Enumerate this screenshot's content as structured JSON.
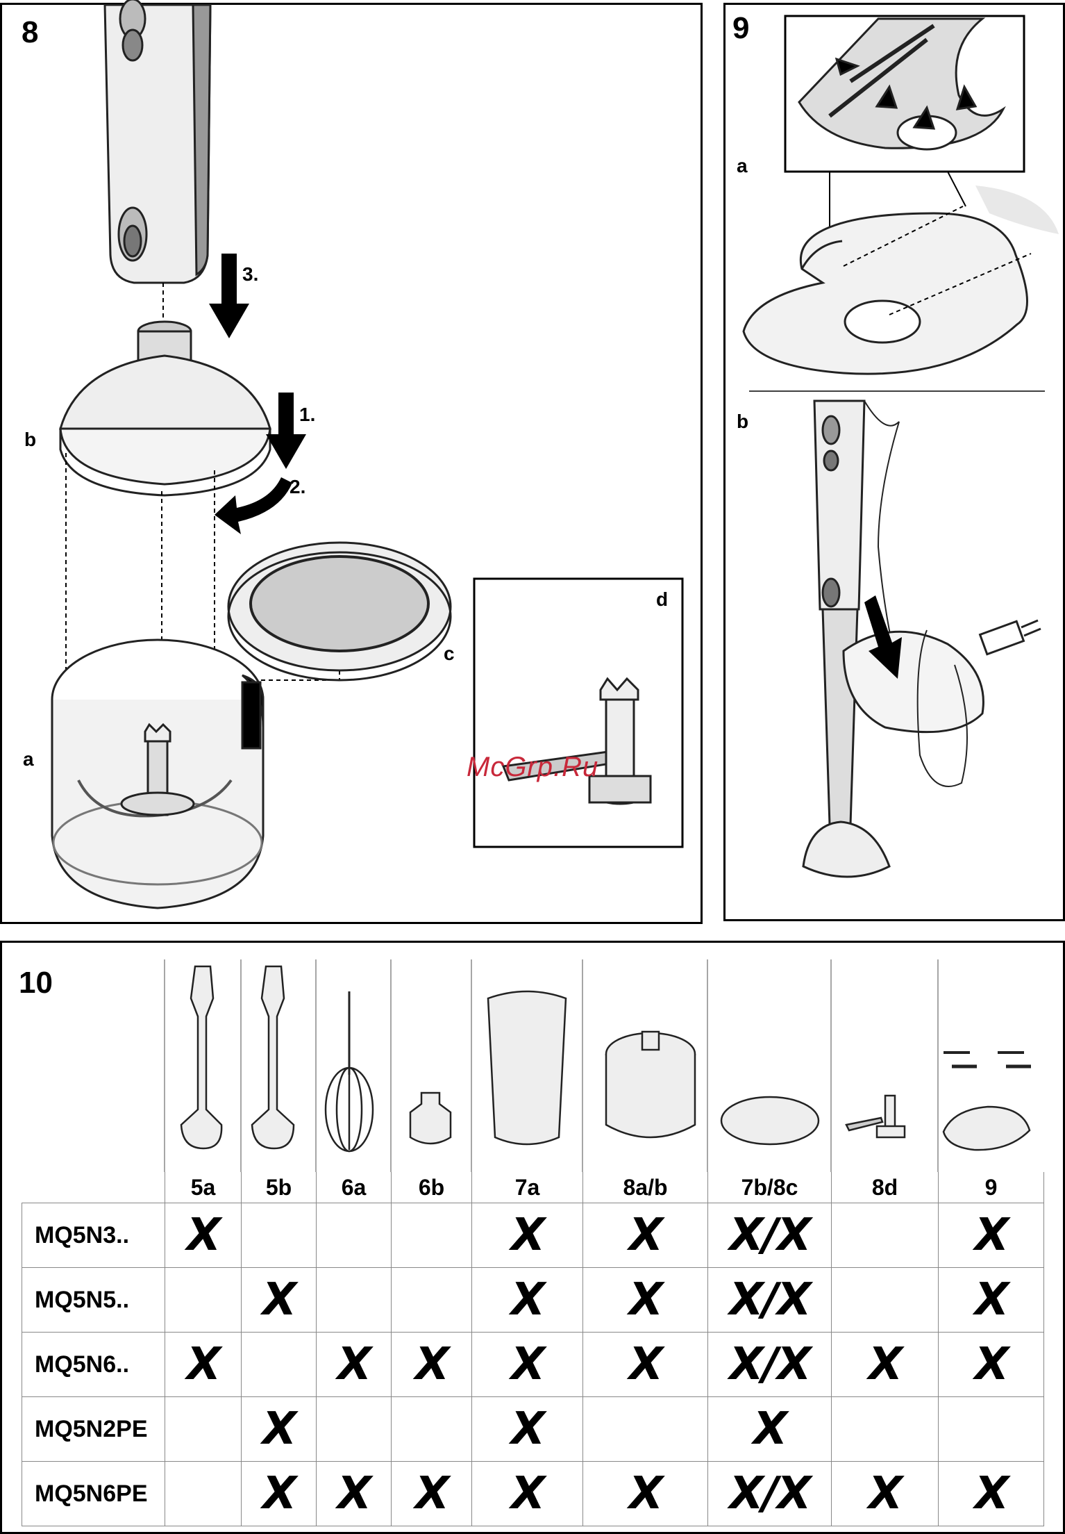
{
  "panel8": {
    "number": "8",
    "labels": {
      "a": "a",
      "b": "b",
      "c": "c",
      "d": "d"
    },
    "steps": [
      "1.",
      "2.",
      "3."
    ]
  },
  "panel9": {
    "number": "9",
    "labels": {
      "a": "a",
      "b": "b"
    }
  },
  "watermark": "McGrp.Ru",
  "panel10": {
    "number": "10",
    "columns": [
      "5a",
      "5b",
      "6a",
      "6b",
      "7a",
      "8a/b",
      "7b/8c",
      "8d",
      "9"
    ],
    "rows": [
      {
        "model": "MQ5N3..",
        "cells": [
          "X",
          "",
          "",
          "",
          "X",
          "X",
          "X/X",
          "",
          "X"
        ]
      },
      {
        "model": "MQ5N5..",
        "cells": [
          "",
          "X",
          "",
          "",
          "X",
          "X",
          "X/X",
          "",
          "X"
        ]
      },
      {
        "model": "MQ5N6..",
        "cells": [
          "X",
          "",
          "X",
          "X",
          "X",
          "X",
          "X/X",
          "X",
          "X"
        ]
      },
      {
        "model": "MQ5N2PE",
        "cells": [
          "",
          "X",
          "",
          "",
          "X",
          "",
          "X",
          "",
          ""
        ]
      },
      {
        "model": "MQ5N6PE",
        "cells": [
          "",
          "X",
          "X",
          "X",
          "X",
          "X",
          "X/X",
          "X",
          "X"
        ]
      }
    ]
  }
}
